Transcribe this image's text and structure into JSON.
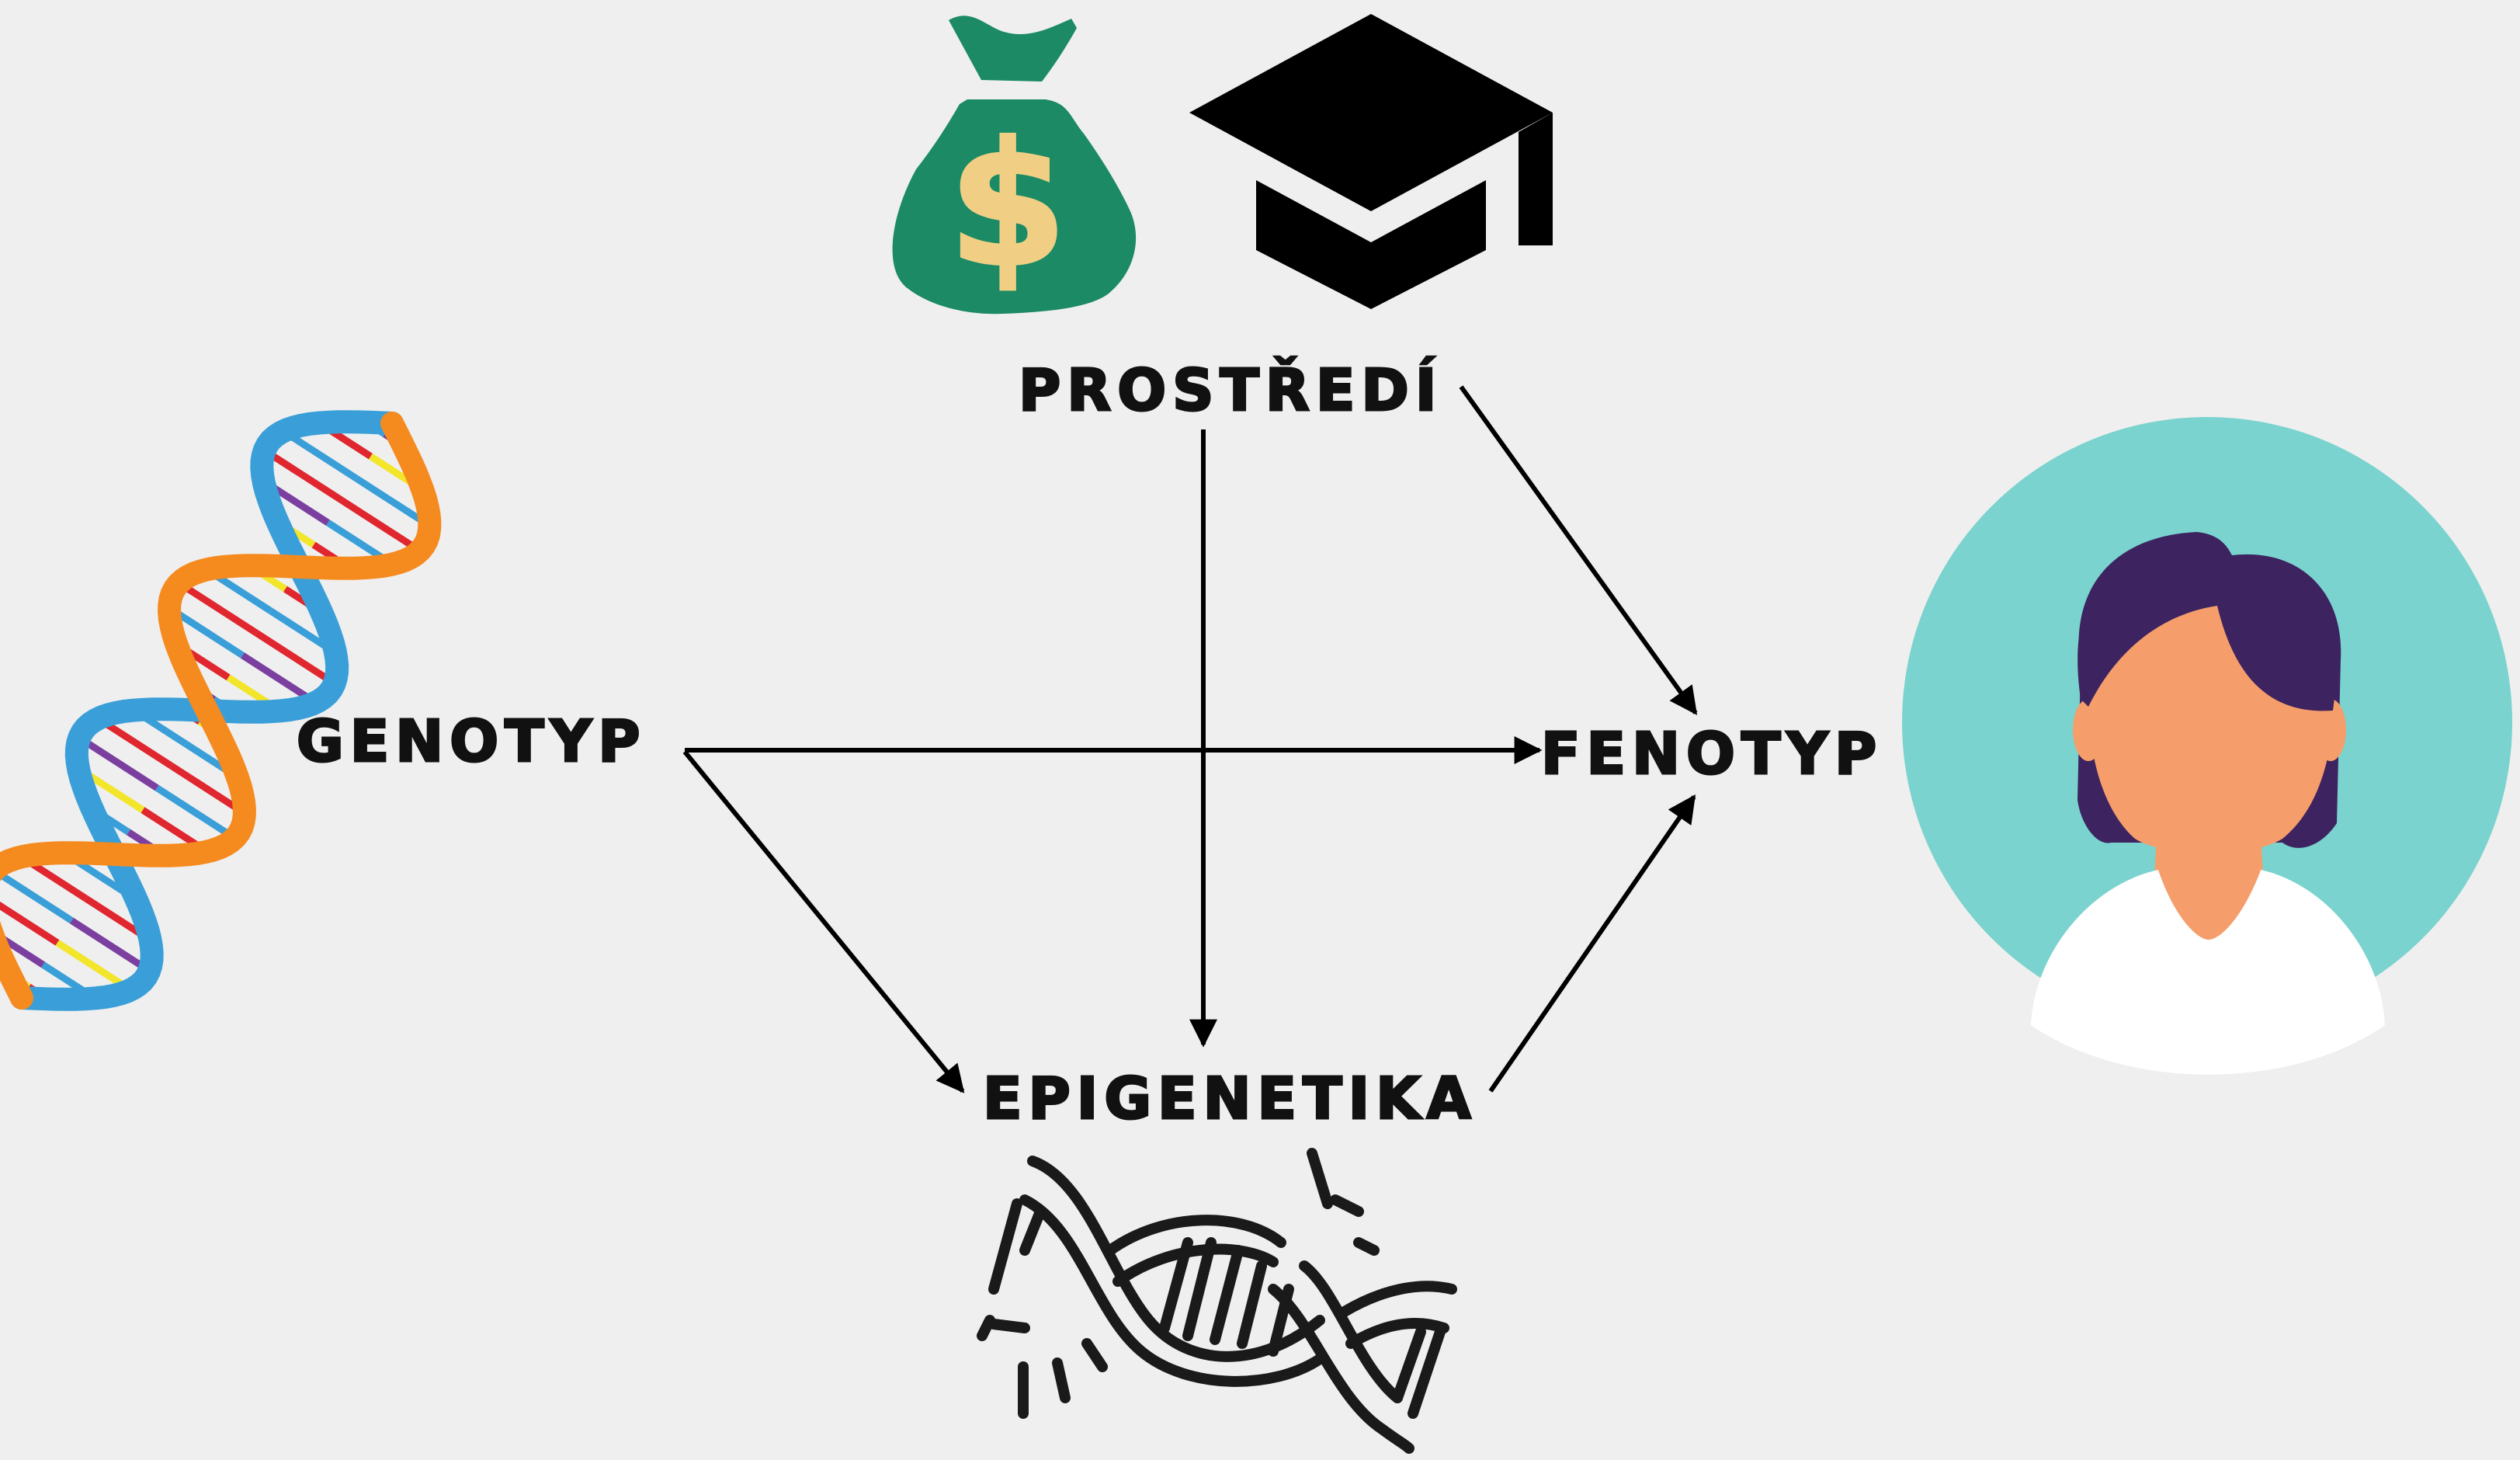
{
  "diagram": {
    "nodes": {
      "environment": {
        "label": "PROSTŘEDÍ",
        "icons": [
          "money-bag-icon",
          "graduation-cap-icon"
        ]
      },
      "genotype": {
        "label": "GENOTYP",
        "icons": [
          "dna-helix-icon"
        ]
      },
      "phenotype": {
        "label": "FENOTYP",
        "icons": [
          "person-avatar-icon"
        ]
      },
      "epigenetics": {
        "label": "EPIGENETIKA",
        "icons": [
          "broken-dna-icon"
        ]
      }
    },
    "edges": [
      {
        "from": "environment",
        "to": "phenotype"
      },
      {
        "from": "environment",
        "to": "epigenetics"
      },
      {
        "from": "genotype",
        "to": "phenotype"
      },
      {
        "from": "genotype",
        "to": "epigenetics"
      },
      {
        "from": "epigenetics",
        "to": "phenotype"
      }
    ]
  },
  "colors": {
    "background": "#efefef",
    "money_bag": "#1b8a65",
    "dollar_sign": "#f0cf84",
    "cap": "#000000",
    "avatar_circle": "#7ad3ce",
    "skin": "#f59e6b",
    "hair": "#3d2360",
    "shirt": "#ffffff",
    "dna_blue": "#3a9fd8",
    "dna_orange": "#f58a1f"
  }
}
